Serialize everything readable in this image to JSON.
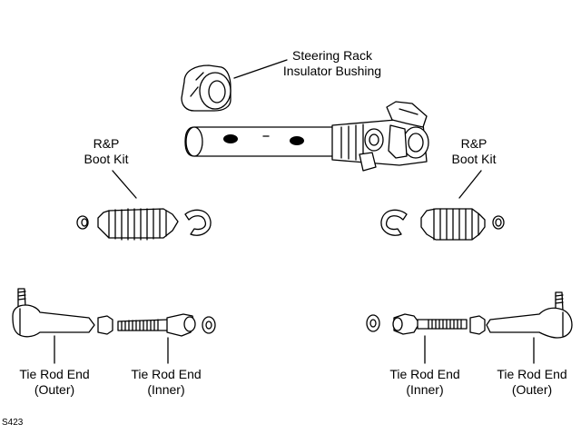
{
  "labels": {
    "rack_bushing": [
      "Steering Rack",
      "Insulator Bushing"
    ],
    "boot_kit_left": [
      "R&P",
      "Boot Kit"
    ],
    "boot_kit_right": [
      "R&P",
      "Boot Kit"
    ],
    "tie_rod_outer_left": [
      "Tie Rod End",
      "(Outer)"
    ],
    "tie_rod_inner_left": [
      "Tie Rod End",
      "(Inner)"
    ],
    "tie_rod_inner_right": [
      "Tie Rod End",
      "(Inner)"
    ],
    "tie_rod_outer_right": [
      "Tie Rod End",
      "(Outer)"
    ]
  },
  "figure_code": "S423"
}
